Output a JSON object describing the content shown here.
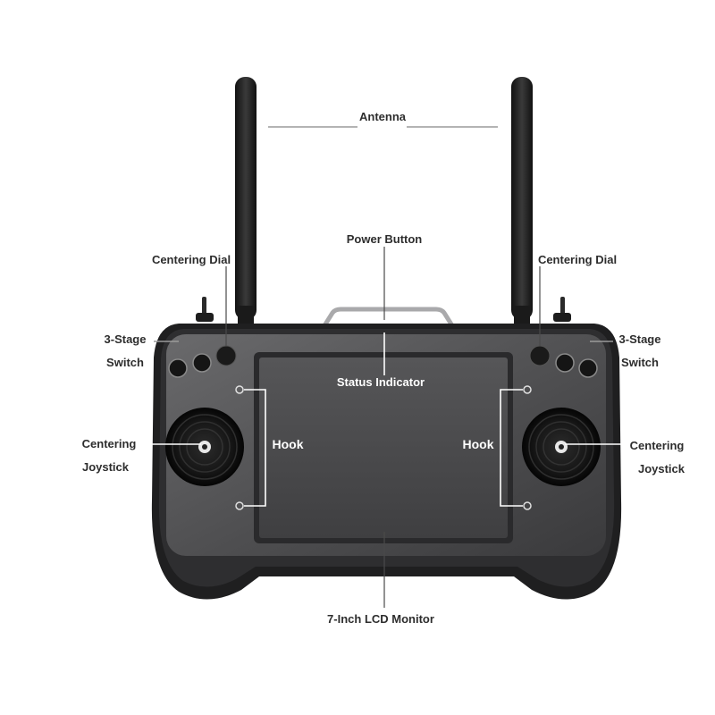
{
  "labels": {
    "antenna": "Antenna",
    "power_button": "Power Button",
    "centering_dial_left": "Centering Dial",
    "centering_dial_right": "Centering Dial",
    "three_stage_left_1": "3-Stage",
    "three_stage_left_2": "Switch",
    "three_stage_right_1": "3-Stage",
    "three_stage_right_2": "Switch",
    "status_indicator": "Status Indicator",
    "hook_left": "Hook",
    "hook_right": "Hook",
    "centering_joystick_left_1": "Centering",
    "centering_joystick_left_2": "Joystick",
    "centering_joystick_right_1": "Centering",
    "centering_joystick_right_2": "Joystick",
    "lcd_monitor": "7-Inch LCD Monitor"
  },
  "colors": {
    "body": "#3c3c3e",
    "body_dark": "#1e1e1f",
    "faceplate": "#5a5a5c",
    "screen": "#4a4a4c",
    "antenna": "#222222",
    "label_text": "#2d2d2d",
    "leader_line": "#9a9a9a"
  }
}
